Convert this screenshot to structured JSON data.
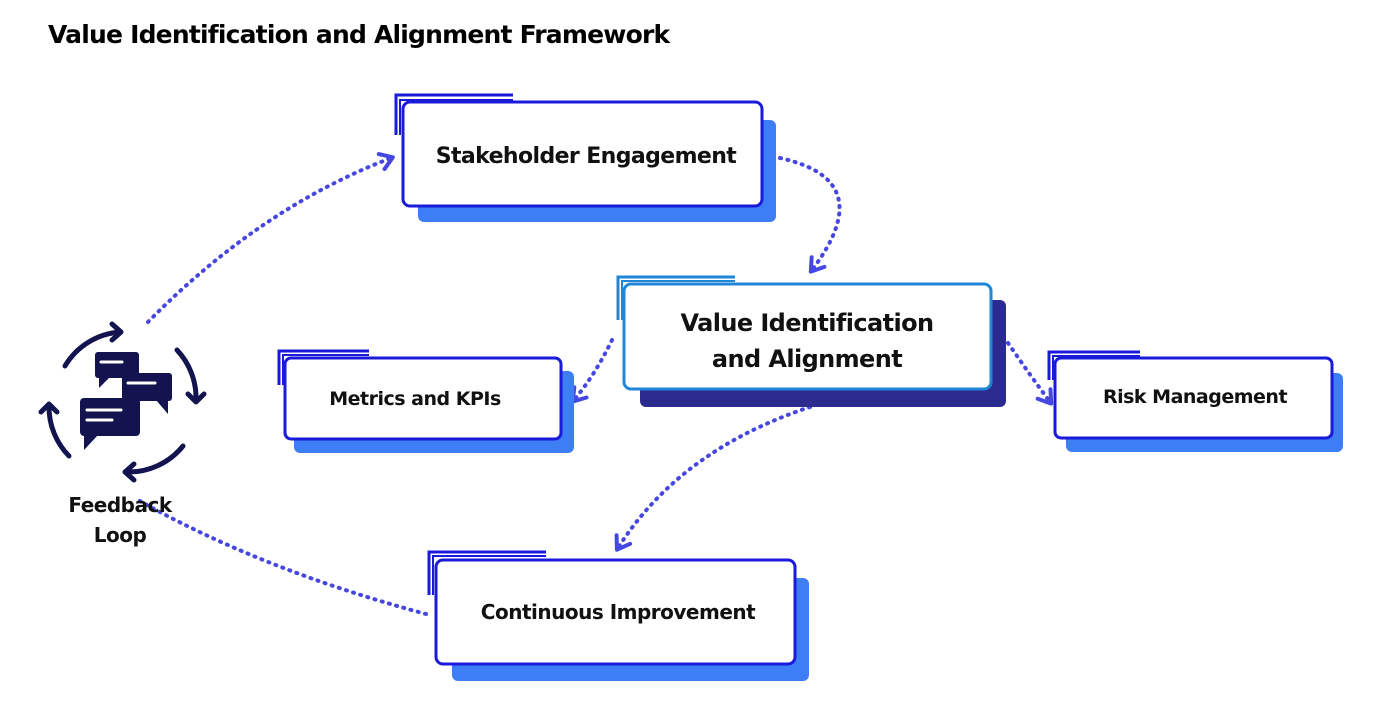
{
  "title": "Value Identification and Alignment Framework",
  "nodes": {
    "stakeholder": "Stakeholder Engagement",
    "value_line1": "Value Identification",
    "value_line2": "and Alignment",
    "metrics": "Metrics and KPIs",
    "risk": "Risk Management",
    "improvement": "Continuous Improvement"
  },
  "feedback": {
    "line1": "Feedback",
    "line2": "Loop",
    "icon": "feedback-loop-chat-icon"
  },
  "colors": {
    "box_border": "#1a1adb",
    "box_shadow": "#3d7ef5",
    "center_border": "#1f86d8",
    "center_shadow": "#2b2b8f",
    "arrow": "#4646e0",
    "icon": "#12134f"
  }
}
